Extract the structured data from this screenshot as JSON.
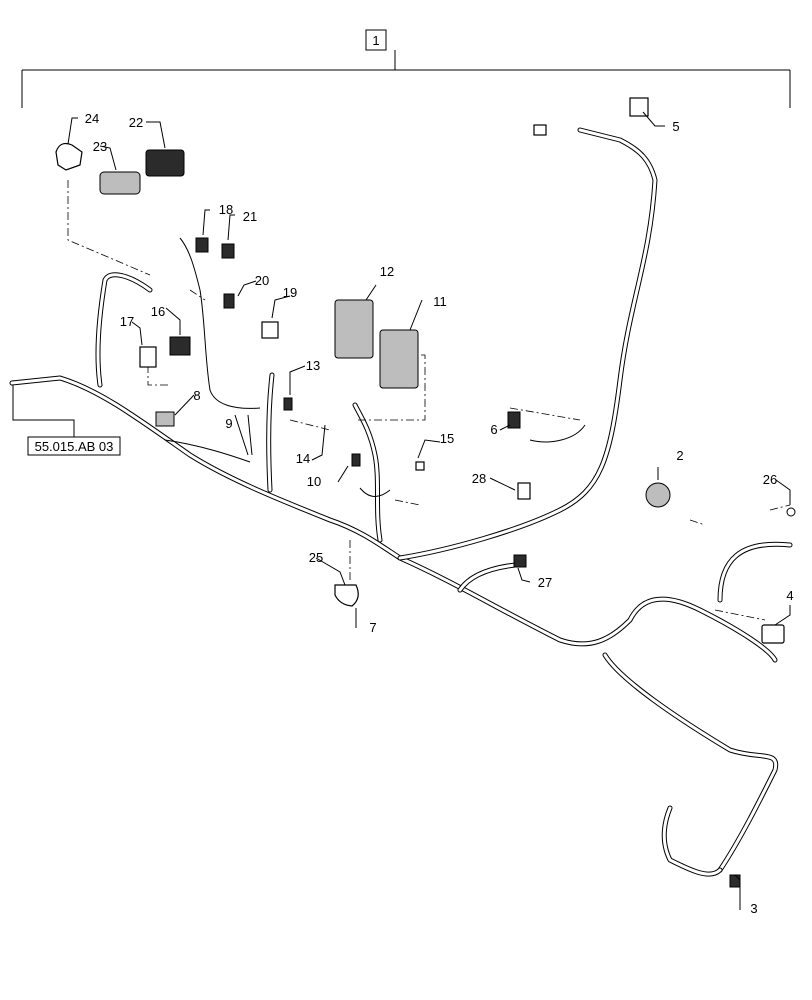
{
  "assembly": {
    "number": "1"
  },
  "reference": {
    "text": "55.015.AB 03"
  },
  "callouts": [
    {
      "id": "c2",
      "label": "2"
    },
    {
      "id": "c3",
      "label": "3"
    },
    {
      "id": "c4",
      "label": "4"
    },
    {
      "id": "c5",
      "label": "5"
    },
    {
      "id": "c6",
      "label": "6"
    },
    {
      "id": "c7",
      "label": "7"
    },
    {
      "id": "c8",
      "label": "8"
    },
    {
      "id": "c9",
      "label": "9"
    },
    {
      "id": "c10",
      "label": "10"
    },
    {
      "id": "c11",
      "label": "11"
    },
    {
      "id": "c12",
      "label": "12"
    },
    {
      "id": "c13",
      "label": "13"
    },
    {
      "id": "c14",
      "label": "14"
    },
    {
      "id": "c15",
      "label": "15"
    },
    {
      "id": "c16",
      "label": "16"
    },
    {
      "id": "c17",
      "label": "17"
    },
    {
      "id": "c18",
      "label": "18"
    },
    {
      "id": "c19",
      "label": "19"
    },
    {
      "id": "c20",
      "label": "20"
    },
    {
      "id": "c21",
      "label": "21"
    },
    {
      "id": "c22",
      "label": "22"
    },
    {
      "id": "c23",
      "label": "23"
    },
    {
      "id": "c24",
      "label": "24"
    },
    {
      "id": "c25",
      "label": "25"
    },
    {
      "id": "c26",
      "label": "26"
    },
    {
      "id": "c27",
      "label": "27"
    },
    {
      "id": "c28",
      "label": "28"
    }
  ]
}
